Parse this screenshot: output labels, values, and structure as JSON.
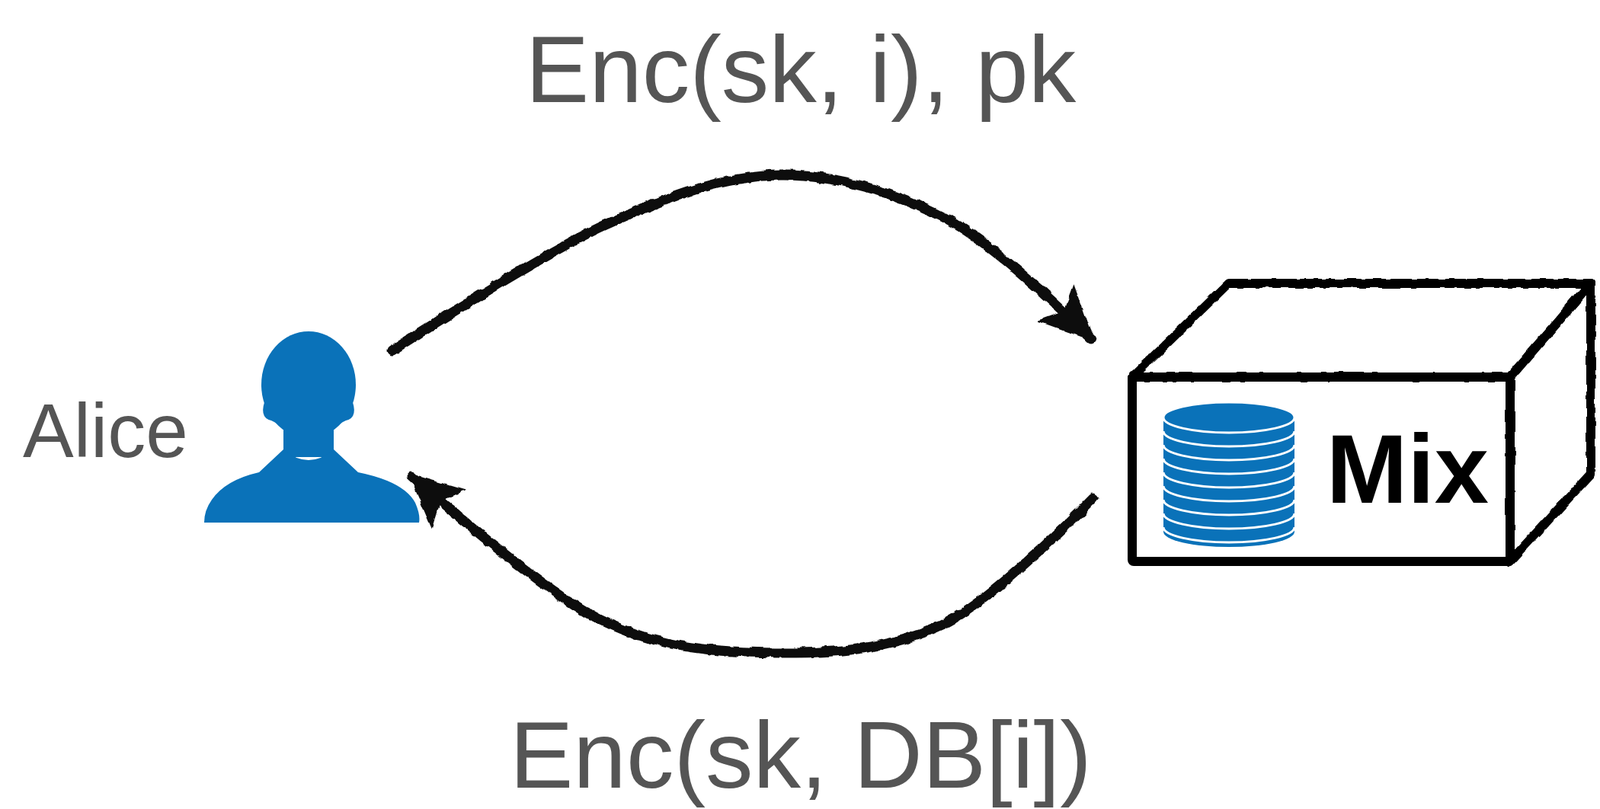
{
  "diagram": {
    "nodes": [
      {
        "text": [
          "Alice"
        ]
      },
      {
        "text": [
          "Mix"
        ]
      }
    ],
    "edges": [
      {
        "from": 0,
        "to": 1,
        "arrow": "to",
        "label": "Enc(sk, i), pk"
      },
      {
        "from": 1,
        "to": 0,
        "arrow": "to",
        "label": "Enc(sk, DB[i])"
      }
    ]
  }
}
